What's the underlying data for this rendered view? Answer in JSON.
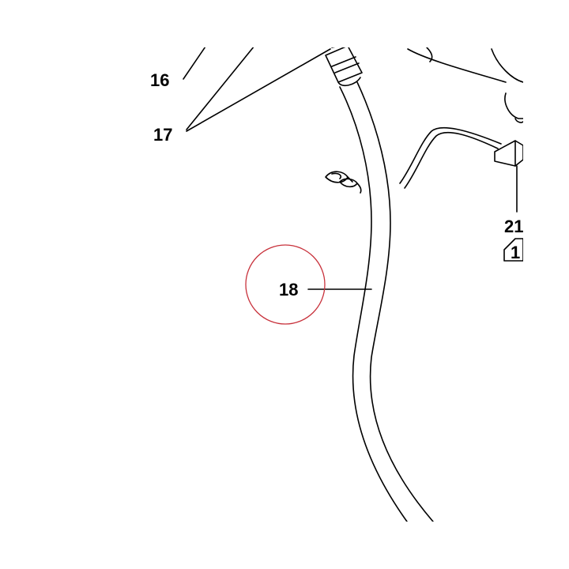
{
  "labels": {
    "l16": "16",
    "l17": "17",
    "l18": "18",
    "l21": "21",
    "l_box": "1"
  },
  "colors": {
    "line": "#000000",
    "highlight": "#c8323c",
    "background": "#ffffff"
  }
}
